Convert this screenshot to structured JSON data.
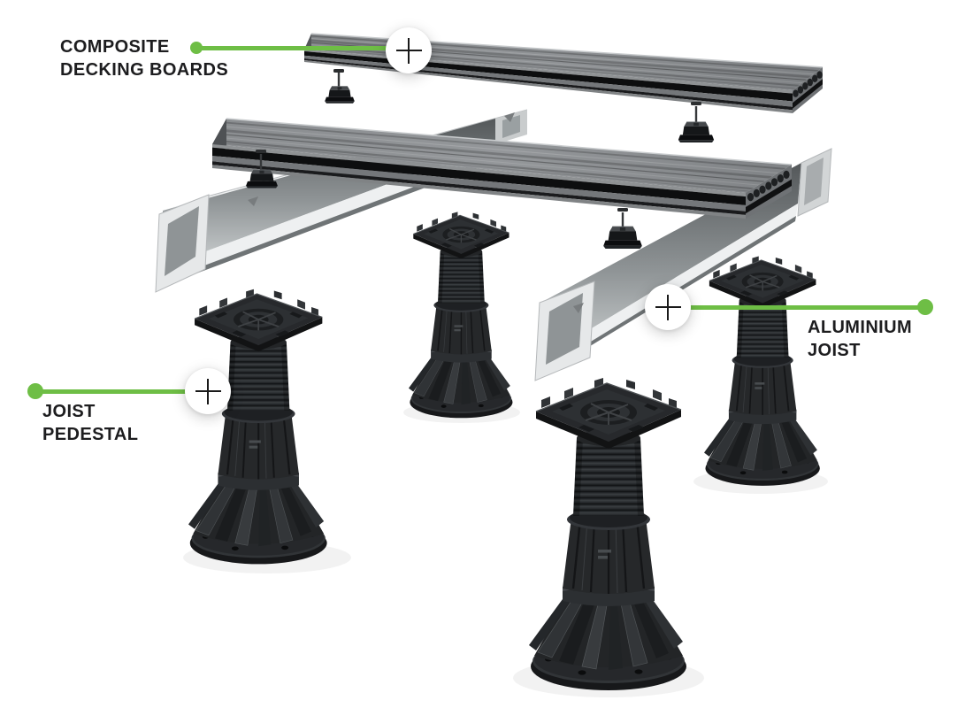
{
  "page": {
    "background": "#ffffff"
  },
  "colors": {
    "accent_green": "#6ebe45",
    "label_text": "#1d1d1f",
    "hotspot_bg": "#ffffff",
    "plus_icon": "#1a1a1a"
  },
  "annotations": {
    "decking": {
      "label_line1": "COMPOSITE",
      "label_line2": "DECKING BOARDS"
    },
    "joist": {
      "label_line1": "ALUMINIUM",
      "label_line2": "JOIST"
    },
    "pedestal": {
      "label_line1": "JOIST",
      "label_line2": "PEDESTAL"
    }
  },
  "illustration": {
    "type": "exploded-assembly-diagram",
    "components": [
      "composite decking boards",
      "fixing clips with screws",
      "aluminium joists",
      "adjustable joist pedestals"
    ]
  }
}
